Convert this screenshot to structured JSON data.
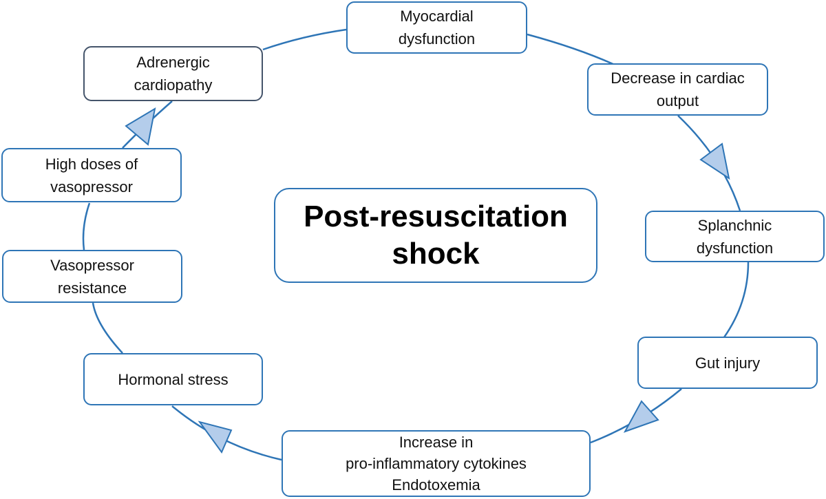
{
  "colors": {
    "line": "#2E75B6",
    "arrow_fill": "#B4CDEB",
    "box_border": "#2E75B6",
    "box_border_alt": "#44546A"
  },
  "center": {
    "label": "Post-resuscitation\nshock"
  },
  "nodes": [
    {
      "id": "myocardial-dysfunction",
      "label": "Myocardial\ndysfunction"
    },
    {
      "id": "decrease-cardiac-output",
      "label": "Decrease in cardiac\noutput"
    },
    {
      "id": "splanchnic-dysfunction",
      "label": "Splanchnic\ndysfunction"
    },
    {
      "id": "gut-injury",
      "label": "Gut injury"
    },
    {
      "id": "cytokines",
      "label": "Increase in\npro-inflammatory cytokines\nEndotoxemia"
    },
    {
      "id": "hormonal-stress",
      "label": "Hormonal stress"
    },
    {
      "id": "vasopressor-resistance",
      "label": "Vasopressor\nresistance"
    },
    {
      "id": "high-doses-vasopressor",
      "label": "High doses of\nvasopressor"
    },
    {
      "id": "adrenergic-cardiopathy",
      "label": "Adrenergic\ncardiopathy"
    }
  ],
  "cycle_arrows": [
    {
      "from": "decrease-cardiac-output",
      "to": "splanchnic-dysfunction"
    },
    {
      "from": "gut-injury",
      "to": "cytokines"
    },
    {
      "from": "cytokines",
      "to": "hormonal-stress"
    },
    {
      "from": "high-doses-vasopressor",
      "to": "adrenergic-cardiopathy"
    }
  ]
}
